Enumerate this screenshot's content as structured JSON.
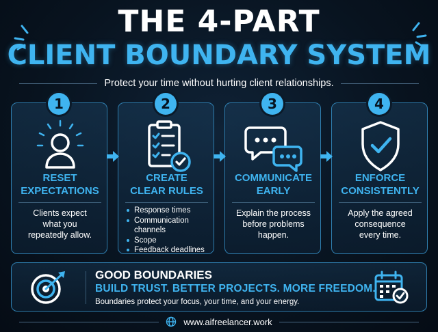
{
  "header": {
    "title_line1": "THE 4-PART",
    "title_line2": "CLIENT BOUNDARY SYSTEM",
    "subtitle": "Protect your time without hurting client relationships."
  },
  "steps": [
    {
      "number": "1",
      "title_line1": "RESET",
      "title_line2": "EXPECTATIONS",
      "description": [
        "Clients expect",
        "what you",
        "repeatedly allow."
      ],
      "icon": "person-icon"
    },
    {
      "number": "2",
      "title_line1": "CREATE",
      "title_line2": "CLEAR RULES",
      "bullets": [
        "Response times",
        "Communication channels",
        "Scope",
        "Feedback deadlines"
      ],
      "icon": "clipboard-checklist-icon"
    },
    {
      "number": "3",
      "title_line1": "COMMUNICATE",
      "title_line2": "EARLY",
      "description": [
        "Explain the process",
        "before problems",
        "happen."
      ],
      "icon": "chat-bubbles-icon"
    },
    {
      "number": "4",
      "title_line1": "ENFORCE",
      "title_line2": "CONSISTENTLY",
      "description": [
        "Apply the agreed",
        "consequence",
        "every time."
      ],
      "icon": "shield-check-icon"
    }
  ],
  "summary": {
    "title": "GOOD BOUNDARIES",
    "tagline": "BUILD TRUST.  BETTER PROJECTS.  MORE FREEDOM.",
    "description": "Boundaries protect your focus, your time, and your energy.",
    "left_icon": "target-icon",
    "right_icon": "calendar-check-icon"
  },
  "footer": {
    "url": "www.aifreelancer.work",
    "icon": "globe-icon"
  },
  "colors": {
    "accent": "#3fb4f0",
    "background": "#08131f",
    "card_border": "#2f7fb0"
  }
}
